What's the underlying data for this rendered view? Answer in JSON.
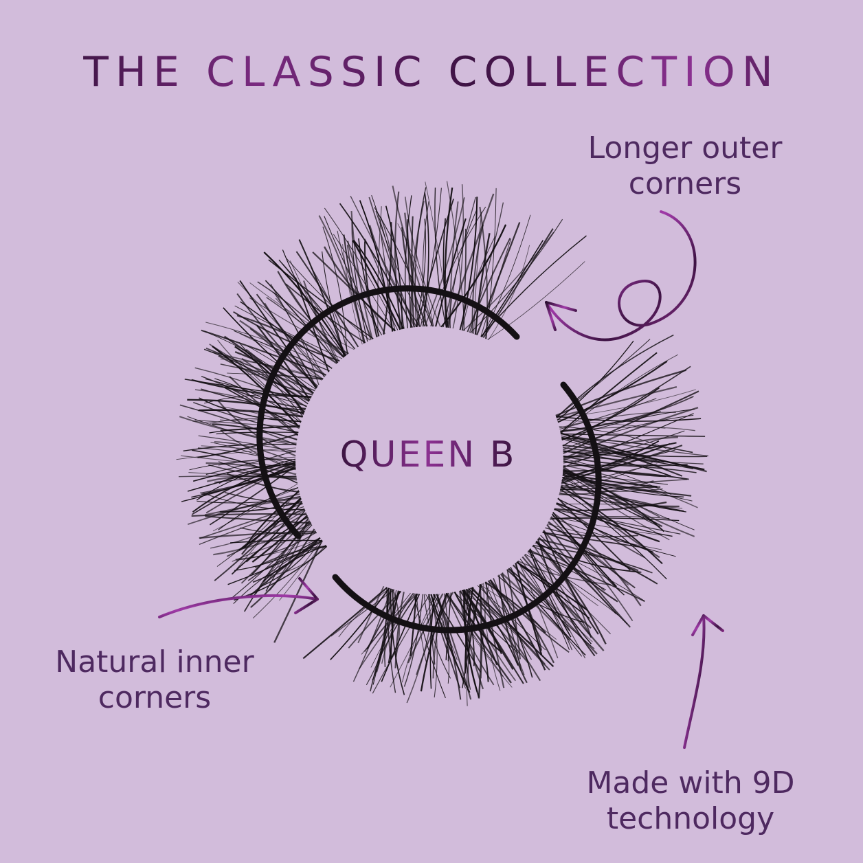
{
  "title": "THE CLASSIC COLLECTION",
  "product_name": "QUEEN B",
  "callouts": {
    "outer": {
      "line1": "Longer outer",
      "line2": "corners"
    },
    "inner": {
      "line1": "Natural inner",
      "line2": "corners"
    },
    "technology": {
      "line1": "Made with 9D",
      "line2": "technology"
    }
  },
  "colors": {
    "background": "#d2bcdb",
    "text": "#4e2960",
    "glitter": "#8a3090",
    "lash": "#141014"
  },
  "icons": [
    "curly-arrow-icon",
    "arrow-icon"
  ]
}
